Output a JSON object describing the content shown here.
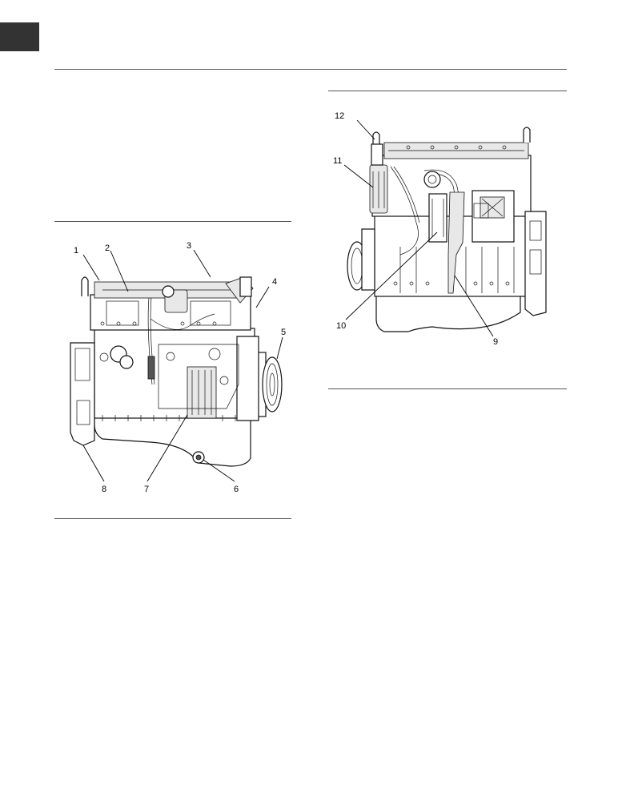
{
  "figure_left": {
    "callouts": [
      "1",
      "2",
      "3",
      "4",
      "5",
      "6",
      "7",
      "8"
    ]
  },
  "figure_right": {
    "callouts": [
      "9",
      "10",
      "11",
      "12"
    ]
  },
  "colors": {
    "tab_block": "#333333",
    "rule": "#555555"
  }
}
